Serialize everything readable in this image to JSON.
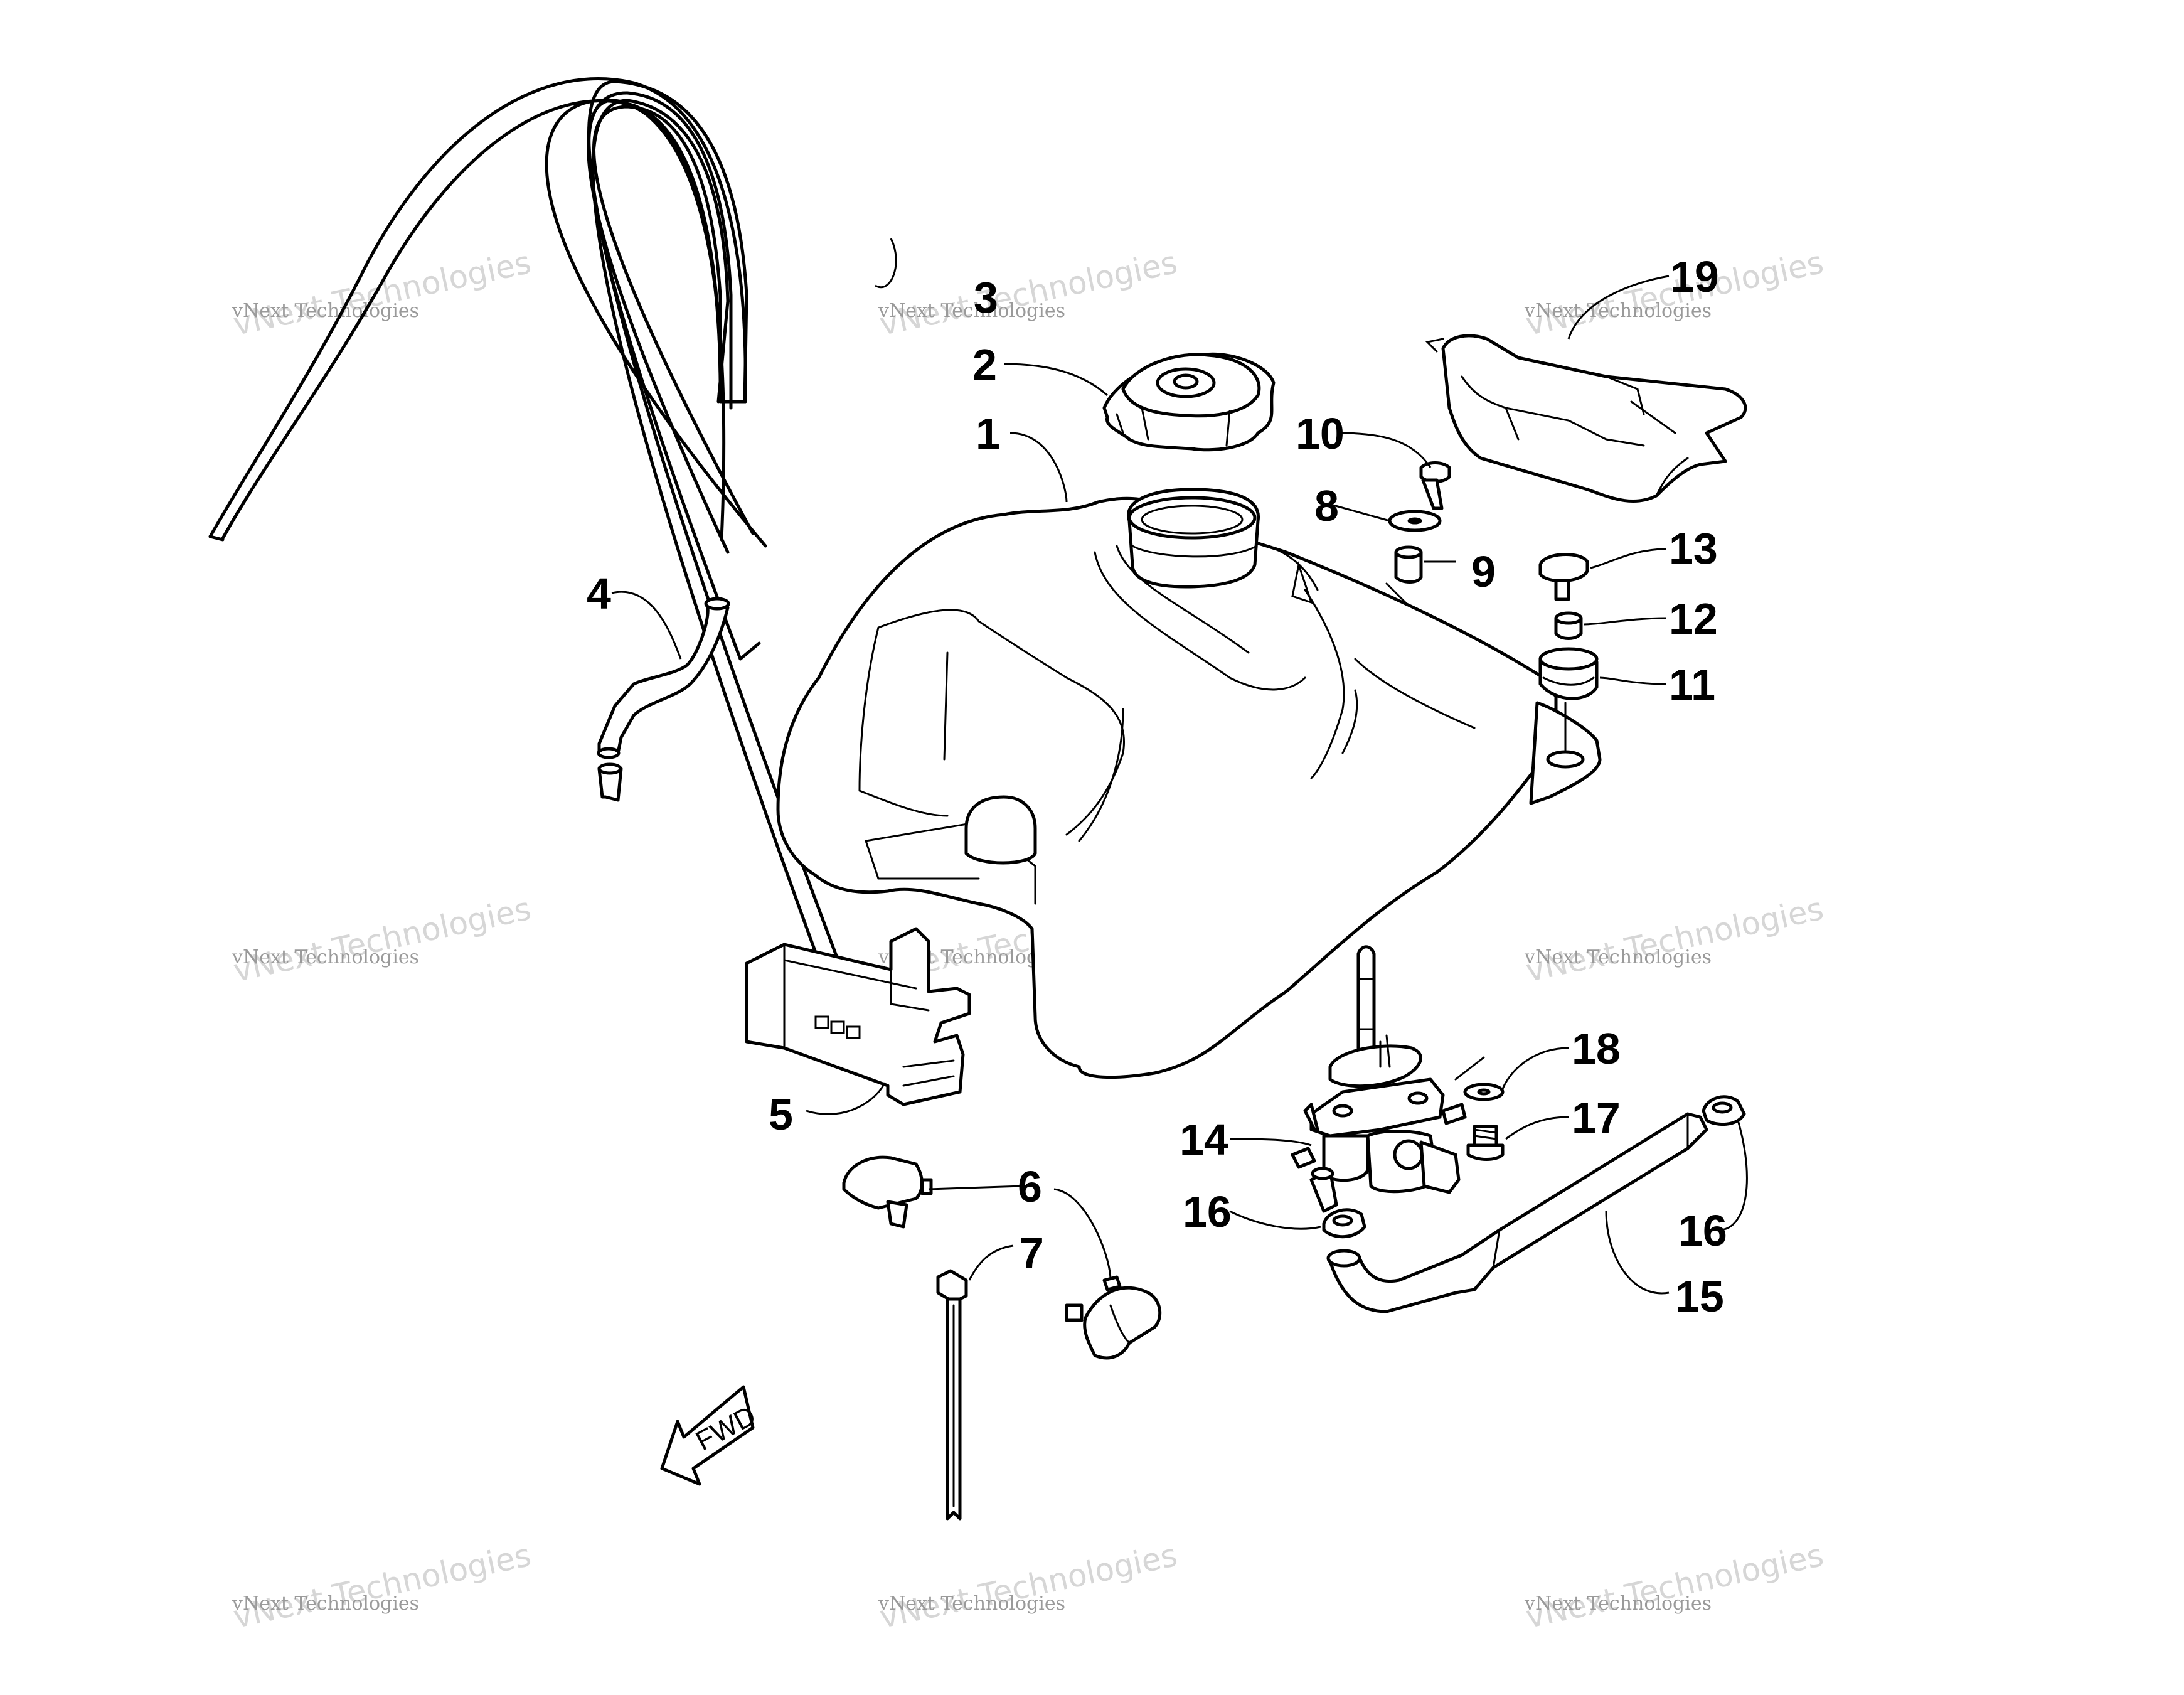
{
  "watermark": {
    "line1": "vNext Technologies",
    "line2": "vNext Technologies"
  },
  "fwd_label": "FWD",
  "callouts": [
    {
      "id": "1",
      "label": "1"
    },
    {
      "id": "2",
      "label": "2"
    },
    {
      "id": "3",
      "label": "3"
    },
    {
      "id": "4",
      "label": "4"
    },
    {
      "id": "5",
      "label": "5"
    },
    {
      "id": "6",
      "label": "6"
    },
    {
      "id": "7",
      "label": "7"
    },
    {
      "id": "8",
      "label": "8"
    },
    {
      "id": "9",
      "label": "9"
    },
    {
      "id": "10",
      "label": "10"
    },
    {
      "id": "11",
      "label": "11"
    },
    {
      "id": "12",
      "label": "12"
    },
    {
      "id": "13",
      "label": "13"
    },
    {
      "id": "14",
      "label": "14"
    },
    {
      "id": "15",
      "label": "15"
    },
    {
      "id": "16a",
      "label": "16"
    },
    {
      "id": "16b",
      "label": "16"
    },
    {
      "id": "17",
      "label": "17"
    },
    {
      "id": "18",
      "label": "18"
    },
    {
      "id": "19",
      "label": "19"
    }
  ]
}
